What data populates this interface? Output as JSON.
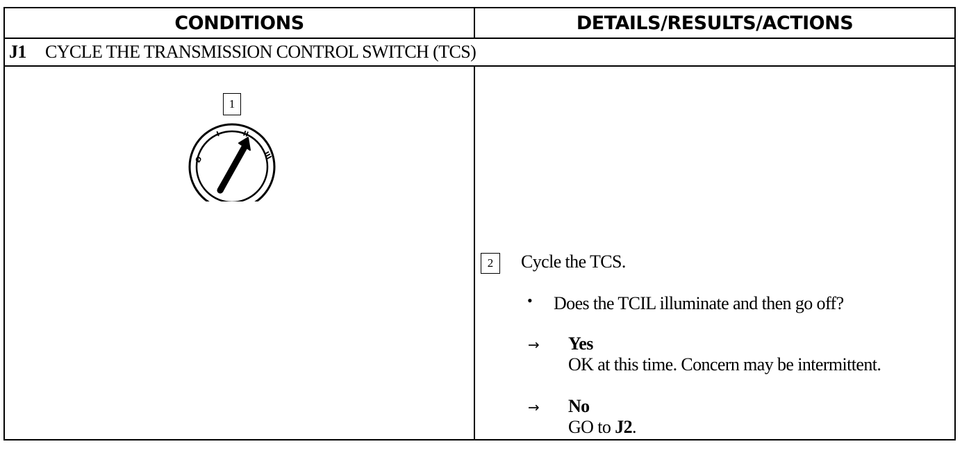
{
  "header": {
    "conditions": "CONDITIONS",
    "details": "DETAILS/RESULTS/ACTIONS"
  },
  "step": {
    "id": "J1",
    "title": "CYCLE THE TRANSMISSION CONTROL SWITCH (TCS)"
  },
  "illustration": {
    "callout": "1",
    "icon": "rotary-switch-icon",
    "positions": [
      "Ø",
      "I",
      "II",
      "III"
    ]
  },
  "details": {
    "callout": "2",
    "instruction": "Cycle the TCS.",
    "bullet": "•",
    "question": "Does the TCIL illuminate and then go off?",
    "arrow": "→",
    "yes": {
      "label": "Yes",
      "text": "OK at this time. Concern may be intermittent."
    },
    "no": {
      "label": "No",
      "text_prefix": "GO to ",
      "text_ref": "J2",
      "text_suffix": "."
    }
  }
}
